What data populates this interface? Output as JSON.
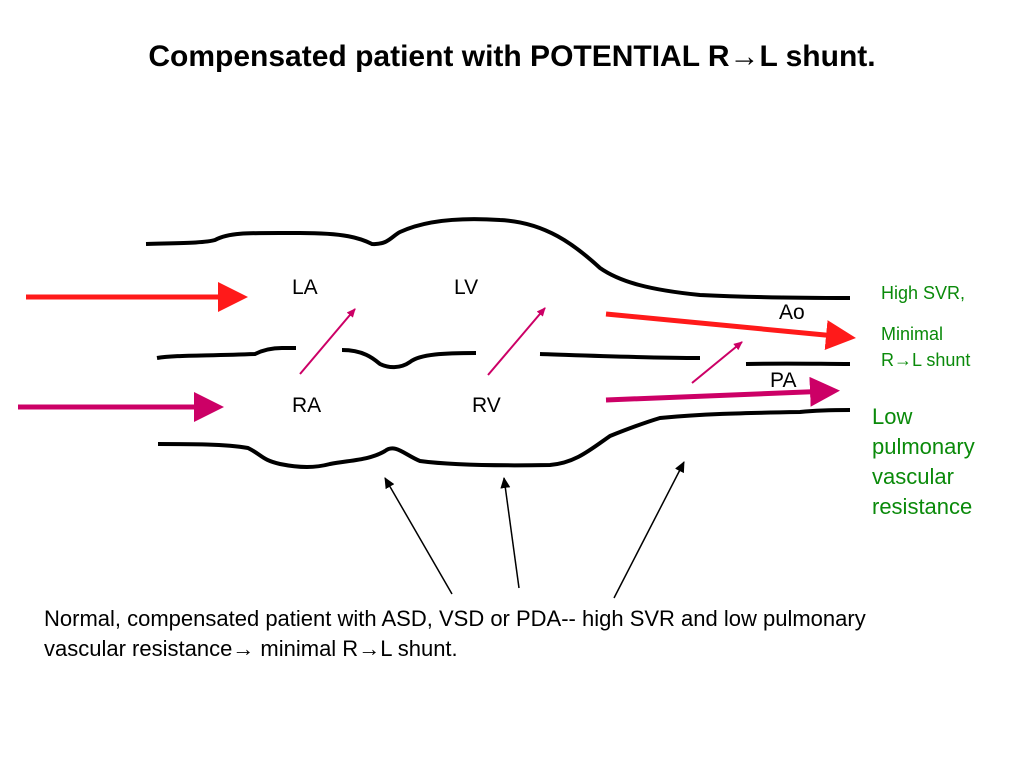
{
  "title": "Compensated patient with POTENTIAL R→L shunt.",
  "chambers": {
    "la": "LA",
    "lv": "LV",
    "ra": "RA",
    "rv": "RV",
    "ao": "Ao",
    "pa": "PA"
  },
  "annotations": {
    "high_svr": "High SVR,",
    "minimal_shunt_1": "Minimal",
    "minimal_shunt_2": "R→L shunt",
    "low_pvr": "Low pulmonary vascular resistance"
  },
  "caption": "Normal, compensated patient with ASD, VSD or PDA-- high SVR and low pulmonary vascular resistance→ minimal R→L shunt.",
  "colors": {
    "red_arrow": "#ff1a1a",
    "magenta_arrow": "#cc0066",
    "shunt_arrow": "#cc0066",
    "annotation_green": "#0a8a0a",
    "outline": "#000000"
  }
}
